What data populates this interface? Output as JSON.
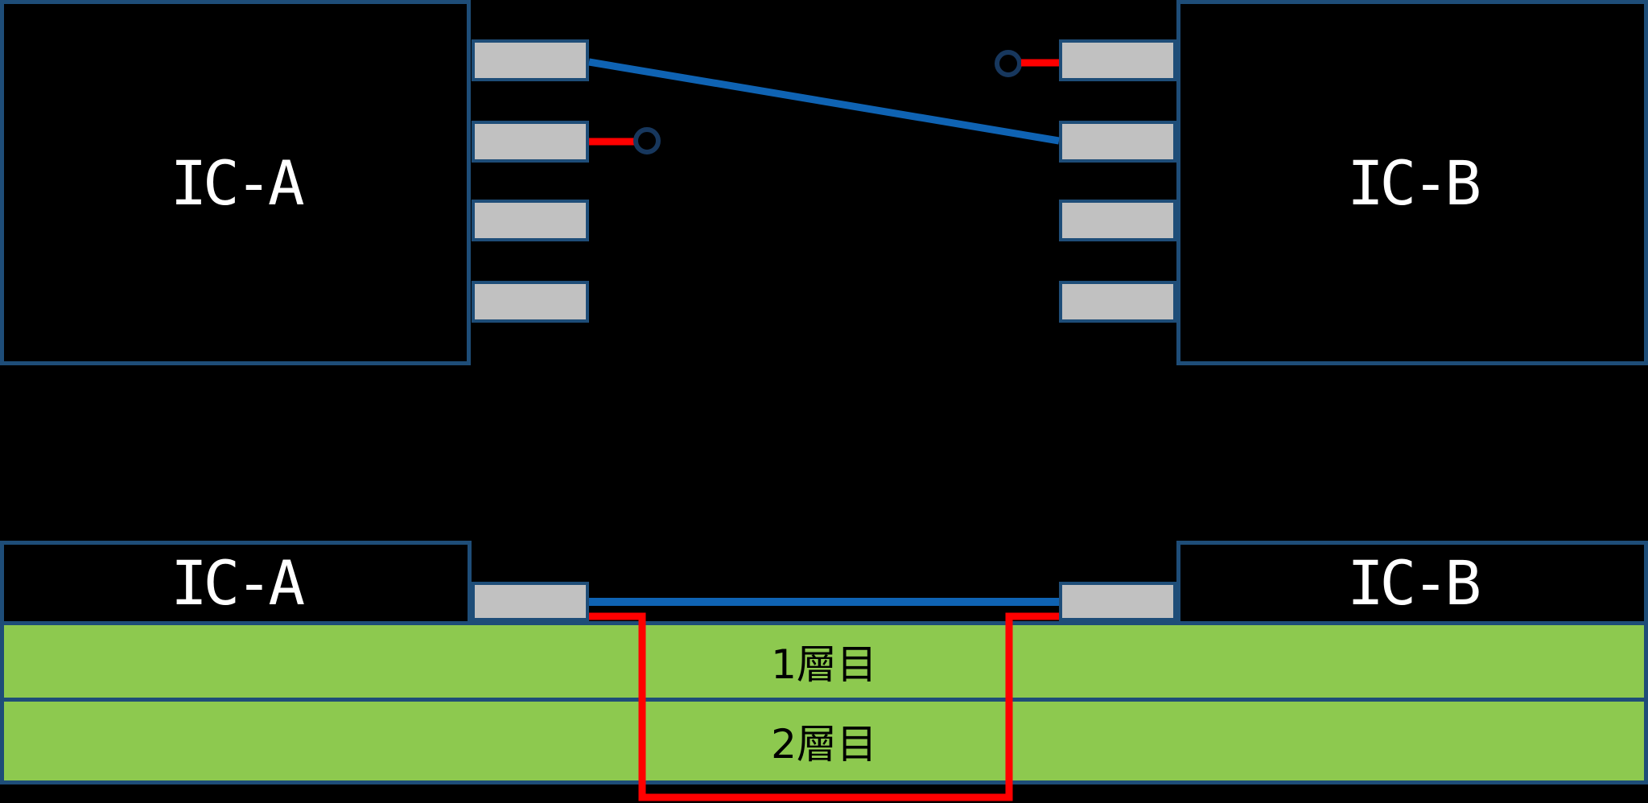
{
  "colors": {
    "background": "#000000",
    "border_navy": "#1e4d78",
    "ring_navy": "#17375d",
    "wire_blue": "#0f63b3",
    "wire_red": "#ff0000",
    "pin_gray": "#c1c1c1",
    "layer_green": "#8dc94f",
    "label_white": "#ffffff",
    "label_black": "#000000"
  },
  "schematic_view": {
    "ic_a_label": "IC-A",
    "ic_b_label": "IC-B",
    "pins_per_ic": 4
  },
  "cross_section_view": {
    "ic_a_label": "IC-A",
    "ic_b_label": "IC-B",
    "layer1_label": "1層目",
    "layer2_label": "2層目"
  }
}
